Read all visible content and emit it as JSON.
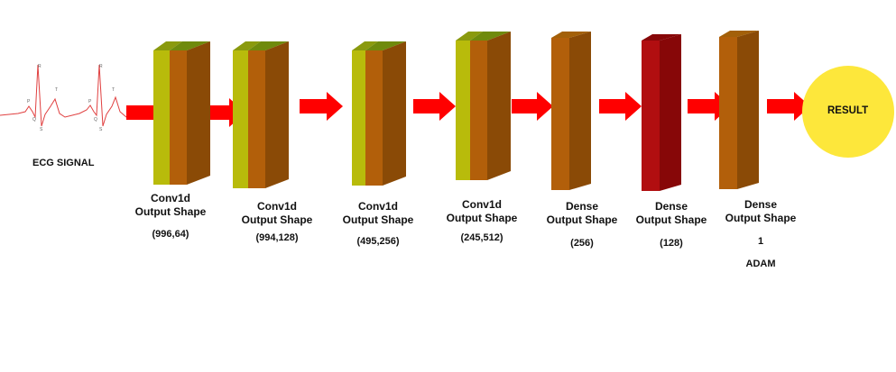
{
  "input": {
    "label": "ECG SIGNAL",
    "waveform_labels": [
      "P",
      "Q",
      "R",
      "S",
      "T",
      "P",
      "Q",
      "R",
      "S",
      "T"
    ]
  },
  "layers": [
    {
      "name": "Conv1d",
      "output_label": "Output Shape",
      "shape": "(996,64)",
      "kind": "conv"
    },
    {
      "name": "Conv1d",
      "output_label": "Output Shape",
      "shape": "(994,128)",
      "kind": "conv"
    },
    {
      "name": "Conv1d",
      "output_label": "Output Shape",
      "shape": "(495,256)",
      "kind": "conv"
    },
    {
      "name": "Conv1d",
      "output_label": "Output Shape",
      "shape": "(245,512)",
      "kind": "conv"
    },
    {
      "name": "Dense",
      "output_label": "Output Shape",
      "shape": "(256)",
      "kind": "dense"
    },
    {
      "name": "Dense",
      "output_label": "Output Shape",
      "shape": "(128)",
      "kind": "dense-red"
    },
    {
      "name": "Dense",
      "output_label": "Output Shape",
      "shape": "1",
      "extra": "ADAM",
      "kind": "dense"
    }
  ],
  "output": {
    "label": "RESULT"
  },
  "colors": {
    "conv_side": "#b8bb0b",
    "block_front": "#b25f0a",
    "block_side": "#8a4a06",
    "block_top": "#6f8a0c",
    "dense_top": "#a36009",
    "red_front": "#b10e10",
    "red_side": "#870708",
    "arrow": "#ff0000",
    "result_fill": "#fde73b",
    "ecg_line": "#e04040"
  }
}
